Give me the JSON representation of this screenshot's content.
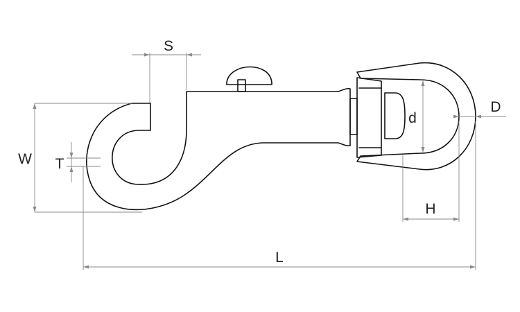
{
  "labels": {
    "S": "S",
    "W": "W",
    "T": "T",
    "d": "d",
    "D": "D",
    "H": "H",
    "L": "L"
  },
  "colors": {
    "outline": "#111111",
    "dimension": "#8a8a8a",
    "background": "#ffffff"
  }
}
